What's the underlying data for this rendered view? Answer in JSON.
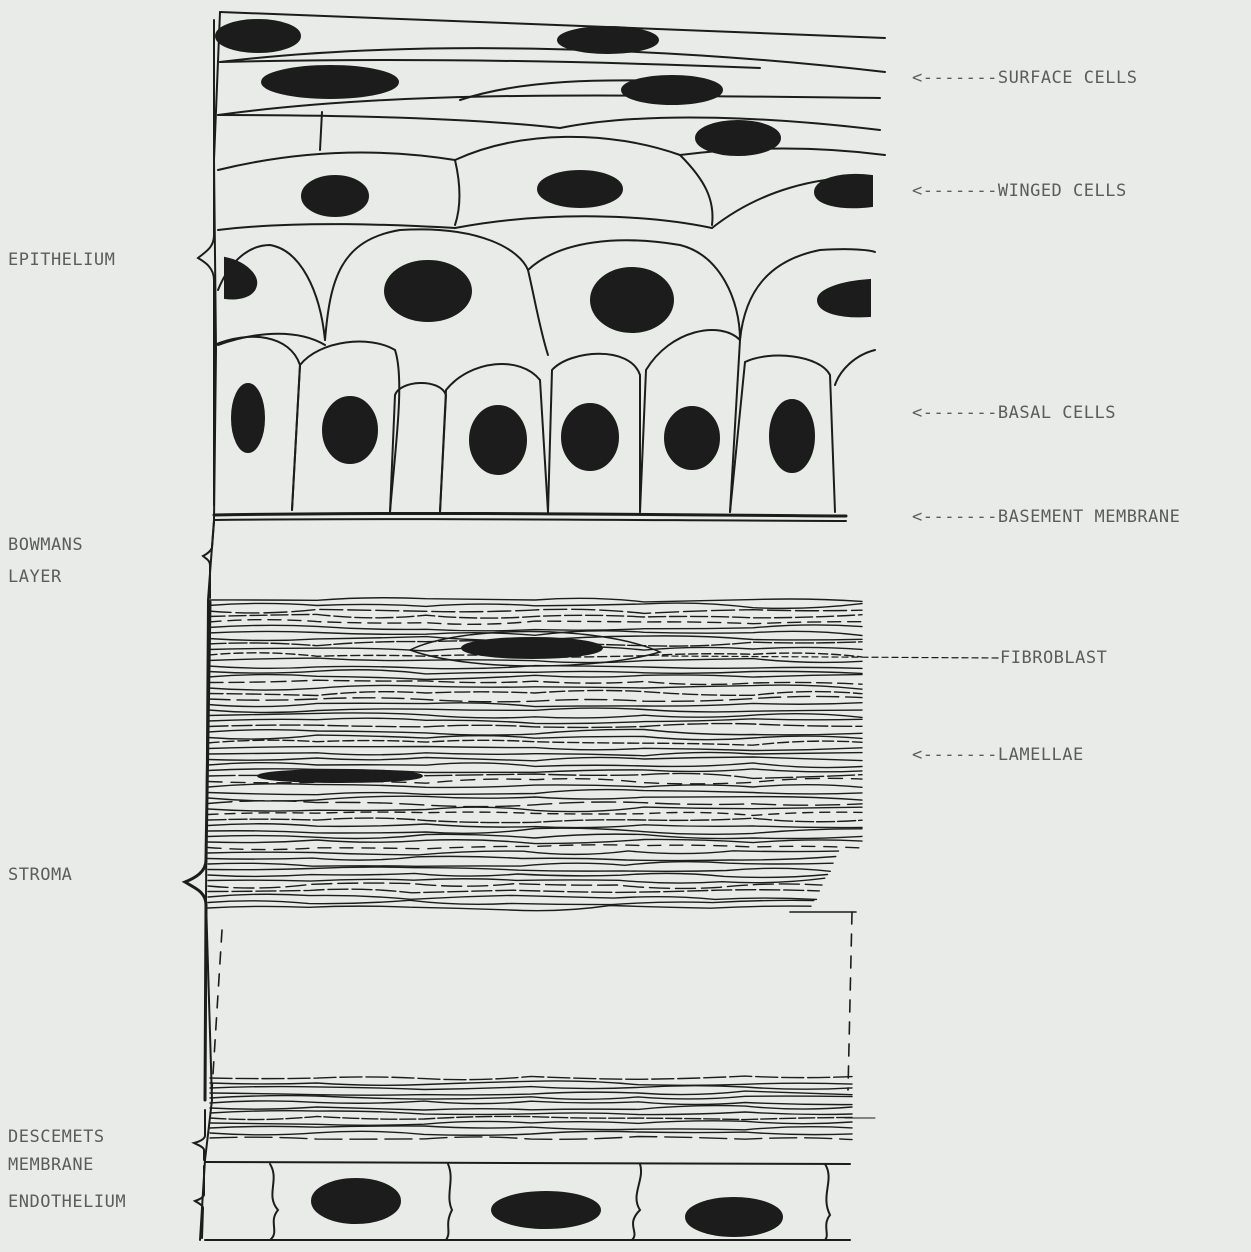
{
  "left_labels": {
    "epithelium": "EPITHELIUM",
    "bowmans_line1": "BOWMANS",
    "bowmans_line2": "LAYER",
    "stroma": "STROMA",
    "descemets_line1": "DESCEMETS",
    "descemets_line2": "MEMBRANE",
    "endothelium": "ENDOTHELIUM"
  },
  "right_labels": {
    "surface_cells": "<-------SURFACE CELLS",
    "winged_cells": "<-------WINGED CELLS",
    "basal_cells": "<-------BASAL CELLS",
    "basement_membrane": "<-------BASEMENT MEMBRANE",
    "fibroblast": "FIBROBLAST",
    "lamellae": "<-------LAMELLAE"
  },
  "colors": {
    "background": "#e8ebe7",
    "ink": "#1c1c1c",
    "label": "#5b5d5a"
  }
}
